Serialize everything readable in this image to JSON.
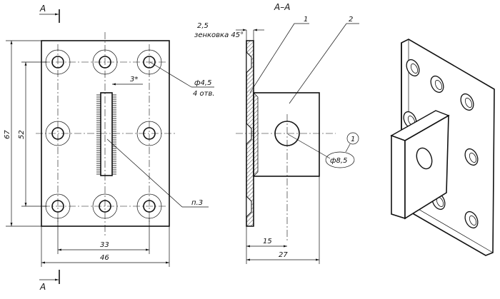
{
  "section": {
    "marker_top": "A",
    "marker_bottom": "A",
    "view_title": "A–A"
  },
  "dimensions": {
    "height_overall": "67",
    "height_holes": "52",
    "width_holes": "33",
    "width_overall": "46",
    "weld_leg": "3*",
    "hole_dia": "ф4,5",
    "hole_count": "4 отв.",
    "weld_ref": "п.3",
    "countersink_depth": "2,5",
    "countersink_note": "зенковка 45°",
    "side_offset": "15",
    "side_total": "27",
    "flange_hole": "ф8,5"
  },
  "callouts": {
    "part_1": "1",
    "part_2": "2",
    "circle_ref": "1"
  }
}
